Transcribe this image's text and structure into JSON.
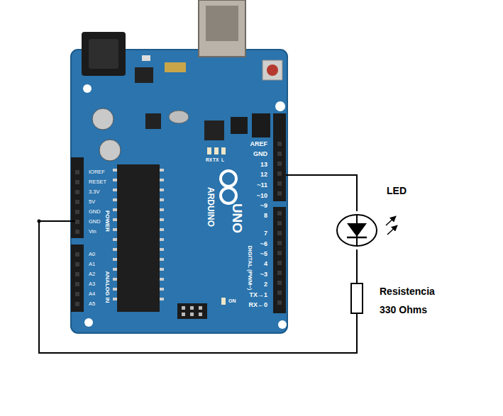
{
  "diagram": {
    "labels": [
      "AREF",
      "GND",
      "13",
      "12",
      "~11",
      "~10",
      "~9",
      "8",
      "7",
      "~6",
      "~5",
      "4",
      "~3",
      "2",
      "TX→1",
      "RX←0",
      "IOREF",
      "RESET",
      "3.3V",
      "5V",
      "GND",
      "GND",
      "Vin",
      "POWER",
      "A0",
      "A1",
      "A2",
      "A3",
      "A4",
      "A5",
      "ANALOG IN",
      "ARDUINO",
      "UNO",
      "DIGITAL (PWM~)",
      "ON",
      "TX",
      "RX",
      "L",
      "LED",
      "Resistencia 330 Ohms"
    ]
  }
}
